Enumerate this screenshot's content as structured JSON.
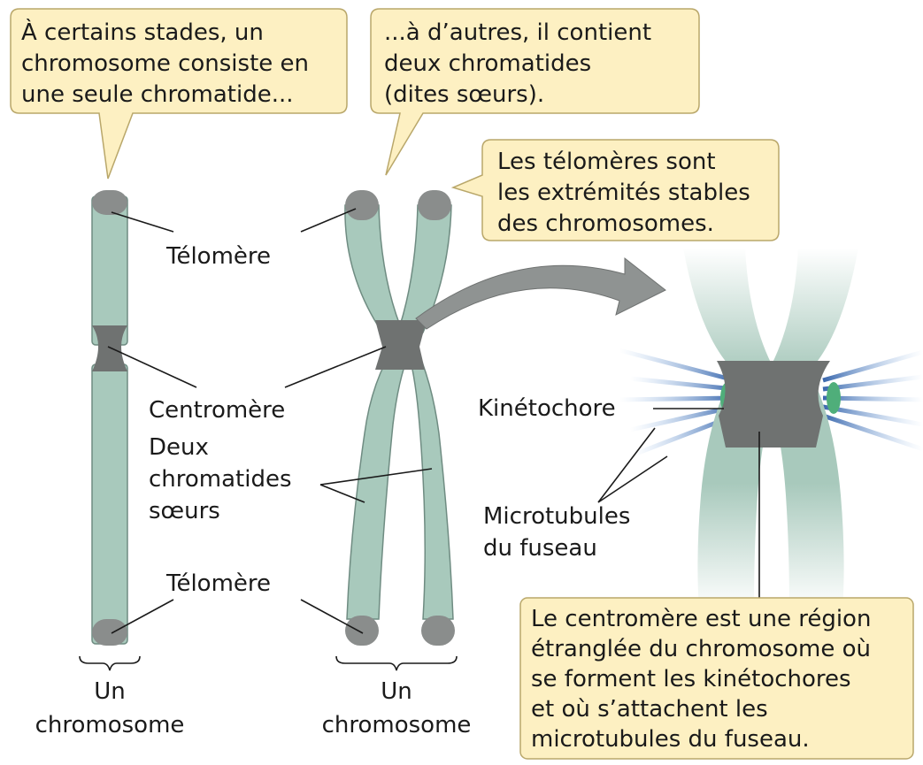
{
  "callouts": {
    "single_chromatid": [
      "À certains stades, un",
      "chromosome consiste en",
      "une seule chromatide..."
    ],
    "two_chromatids": [
      "...à d’autres, il contient",
      "deux chromatides",
      "(dites sœurs)."
    ],
    "telomeres": [
      "Les télomères sont",
      "les extrémités stables",
      "des chromosomes."
    ],
    "centromere": [
      "Le centromère est une région",
      "étranglée du chromosome où",
      "se forment les kinétochores",
      "et où s’attachent les",
      "microtubules du fuseau."
    ]
  },
  "labels": {
    "telomere_top": "Télomère",
    "telomere_bottom": "Télomère",
    "centromere": "Centromère",
    "sister_chromatids": [
      "Deux",
      "chromatides",
      "sœurs"
    ],
    "kinetochore": "Kinétochore",
    "microtubules": [
      "Microtubules",
      "du fuseau"
    ],
    "chromosome_left": [
      "Un",
      "chromosome"
    ],
    "chromosome_right": [
      "Un",
      "chromosome"
    ]
  },
  "colors": {
    "chromatid": "#a8c9bc",
    "telomere": "#8a8d8c",
    "centromere": "#6f7271",
    "callout_fill": "#fdf0c2",
    "microtubule": "#2f5fa8",
    "kinetochore": "#4fae7a"
  }
}
